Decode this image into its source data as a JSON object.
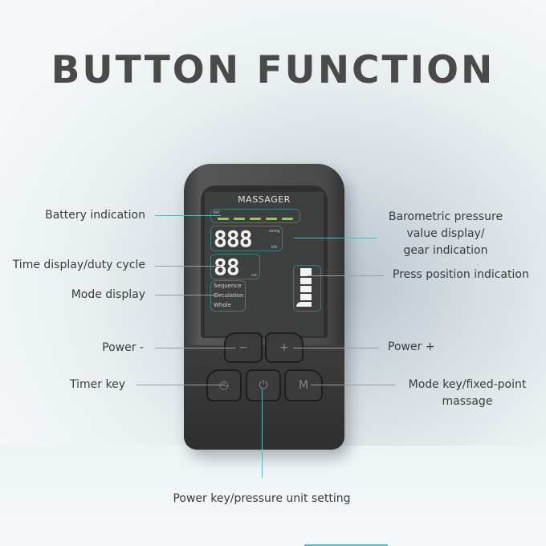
{
  "title": "BUTTON FUNCTION",
  "device": {
    "brand": "MASSAGER",
    "lcd": {
      "battery_label": "BAT",
      "battery_segments": 5,
      "pressure_digits": "888",
      "pressure_unit_top": "mmHg",
      "pressure_unit_bottom": "kPa",
      "time_digits": "88",
      "time_unit": "min",
      "modes": [
        "Sequence",
        "Circulation",
        "Whole"
      ],
      "press_position_segments": 5
    },
    "buttons": {
      "minus": "−",
      "plus": "+",
      "timer": "◷",
      "power": "⏻",
      "mode": "M"
    }
  },
  "callouts": {
    "battery": "Battery indication",
    "time": "Time display/duty cycle",
    "mode_display": "Mode display",
    "power_minus": "Power -",
    "timer": "Timer key",
    "pressure_line1": "Barometric pressure",
    "pressure_line2": "value display/",
    "pressure_line3": "gear indication",
    "press_position": "Press position indication",
    "power_plus": "Power +",
    "mode_key_line1": "Mode key/fixed-point",
    "mode_key_line2": "massage",
    "power_key": "Power key/pressure unit setting"
  },
  "colors": {
    "accent_line": "#5fb4b6",
    "title": "#4a4a4a",
    "battery_green": "#8ad13c"
  }
}
